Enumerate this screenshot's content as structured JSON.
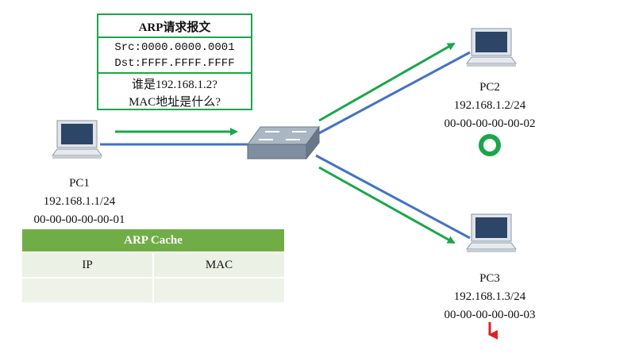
{
  "arp_packet": {
    "title": "ARP请求报文",
    "src": "Src:0000.0000.0001",
    "dst": "Dst:FFFF.FFFF.FFFF",
    "question_line1": "谁是192.168.1.2?",
    "question_line2": "MAC地址是什么?"
  },
  "hosts": {
    "pc1": {
      "name": "PC1",
      "ip": "192.168.1.1/24",
      "mac": "00-00-00-00-00-01"
    },
    "pc2": {
      "name": "PC2",
      "ip": "192.168.1.2/24",
      "mac": "00-00-00-00-00-02"
    },
    "pc3": {
      "name": "PC3",
      "ip": "192.168.1.3/24",
      "mac": "00-00-00-00-00-03"
    }
  },
  "arp_cache": {
    "title": "ARP Cache",
    "headers": [
      "IP",
      "MAC"
    ],
    "rows": [
      [
        "",
        ""
      ]
    ]
  },
  "colors": {
    "link": "#4472c4",
    "flow_arrow": "#1aa64a",
    "accept_marker": "#1aa64a",
    "drop_marker": "#e02020",
    "cache_header": "#70ad47"
  }
}
